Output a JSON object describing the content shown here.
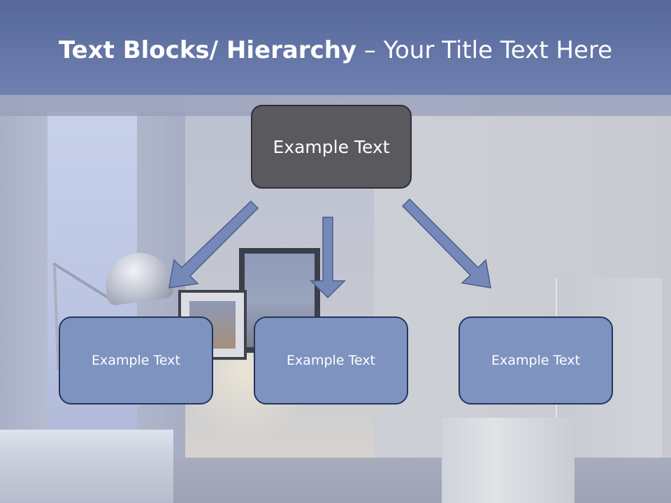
{
  "title": {
    "bold": "Text Blocks/ Hierarchy",
    "rest": " – Your Title Text Here"
  },
  "diagram": {
    "root": {
      "label": "Example Text"
    },
    "children": [
      {
        "label": "Example Text"
      },
      {
        "label": "Example Text"
      },
      {
        "label": "Example Text"
      }
    ]
  },
  "colors": {
    "title_bar": "#6f81b0",
    "root_fill": "#5a5a5e",
    "child_fill": "#7e93c0",
    "child_border": "#25355c",
    "arrow_fill": "#7589b8"
  }
}
